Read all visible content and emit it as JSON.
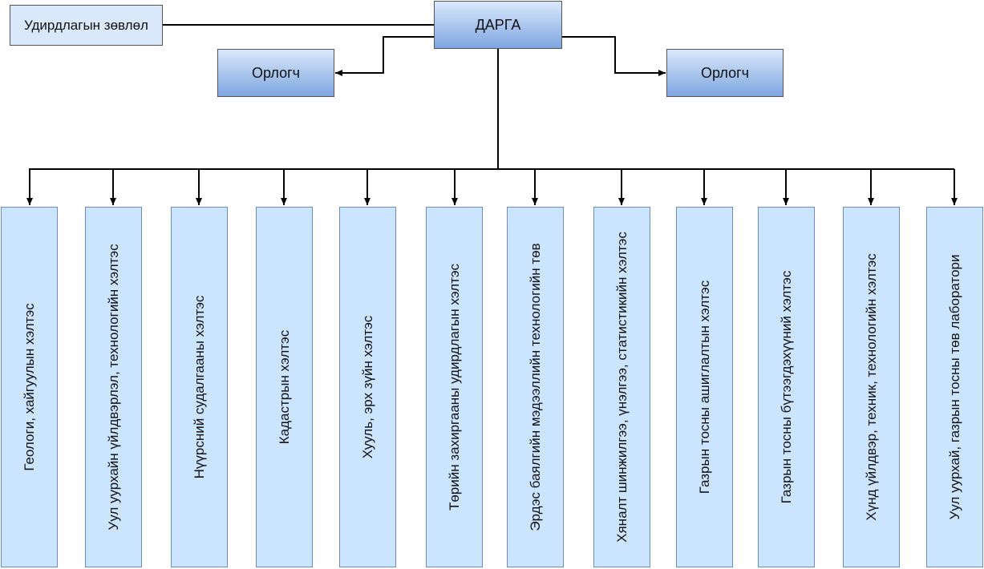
{
  "council": "Удирдлагын зөвлөл",
  "head": "ДАРГА",
  "deputy_left": "Орлогч",
  "deputy_right": "Орлогч",
  "departments": [
    "Геологи, хайгуулын хэлтэс",
    "Уул уурхайн үйлдвэрлэл, технологийн хэлтэс",
    "Нүүрсний судалгааны хэлтэс",
    "Кадастрын хэлтэс",
    "Хууль, эрх зүйн хэлтэс",
    "Төрийн захиргааны удирдлагын хэлтэс",
    "Эрдэс баялгийн мэдээллийн технологийн төв",
    "Хяналт шинжилгээ, үнэлгээ, статистикийн хэлтэс",
    "Газрын тосны ашиглалтын хэлтэс",
    "Газрын тосны бүтээгдэхүүний хэлтэс",
    "Хүнд үйлдвэр, техник, технологийн хэлтэс",
    "Уул уурхай, газрын тосны төв лаборатори"
  ]
}
